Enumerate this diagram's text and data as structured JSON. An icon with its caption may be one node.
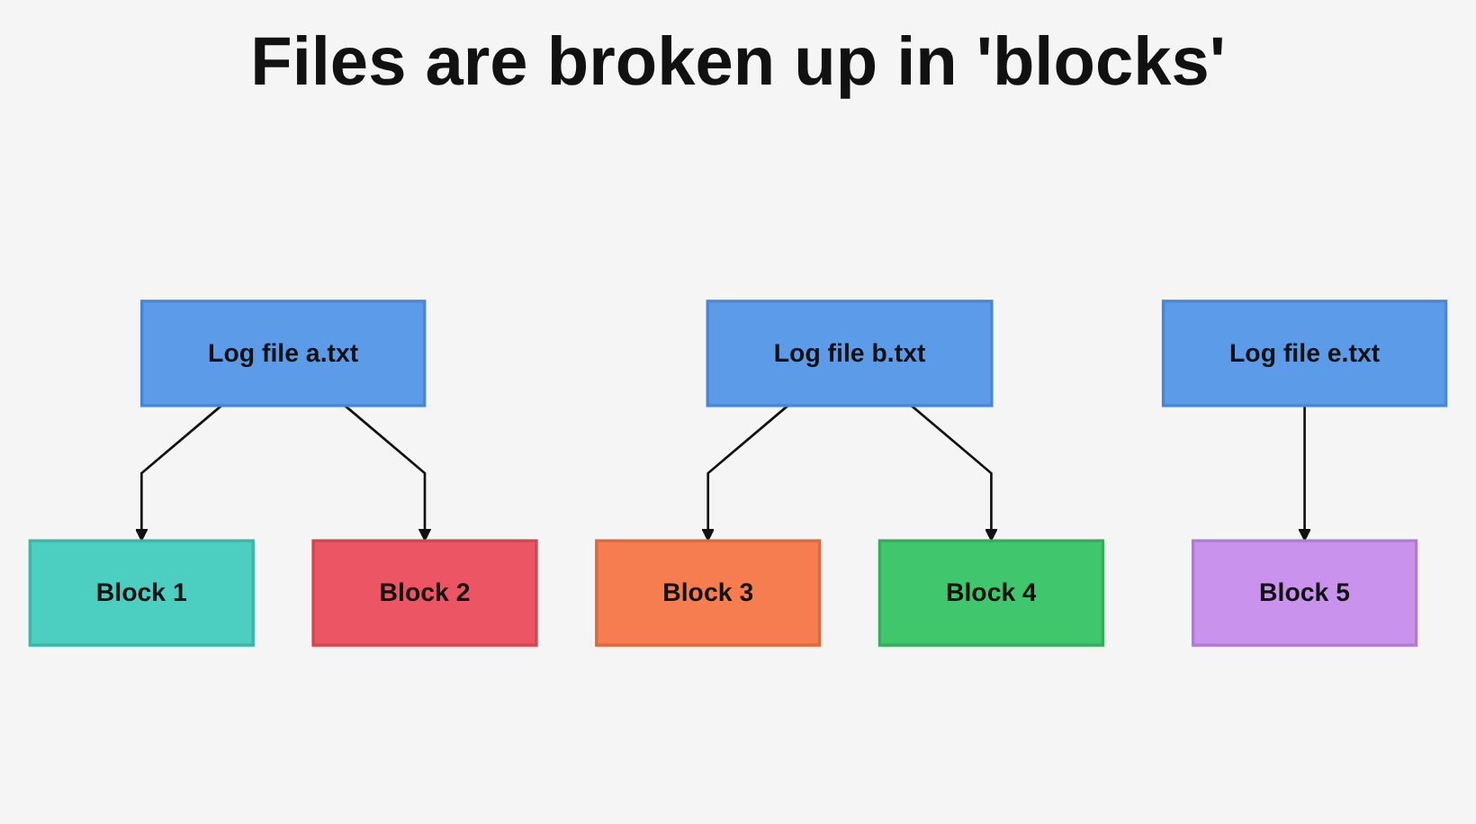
{
  "diagram": {
    "title": "Files are broken up in 'blocks'",
    "nodes": [
      {
        "text": [
          "Log file a.txt"
        ]
      },
      {
        "text": [
          "Log file b.txt"
        ]
      },
      {
        "text": [
          "Log file e.txt"
        ]
      },
      {
        "text": [
          "Block 1"
        ]
      },
      {
        "text": [
          "Block 2"
        ]
      },
      {
        "text": [
          "Block 3"
        ]
      },
      {
        "text": [
          "Block 4"
        ]
      },
      {
        "text": [
          "Block 5"
        ]
      }
    ],
    "edges": [
      {
        "from": 0,
        "to": 3,
        "arrow": "to"
      },
      {
        "from": 0,
        "to": 4,
        "arrow": "to"
      },
      {
        "from": 1,
        "to": 5,
        "arrow": "to"
      },
      {
        "from": 1,
        "to": 6,
        "arrow": "to"
      },
      {
        "from": 2,
        "to": 7,
        "arrow": "to"
      }
    ]
  }
}
